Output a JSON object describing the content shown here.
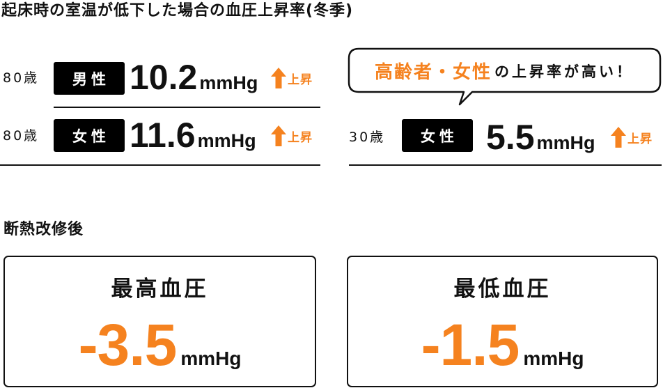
{
  "title": "起床時の室温が低下した場合の血圧上昇率(冬季)",
  "colors": {
    "accent": "#F5821F",
    "text": "#111111",
    "badge_bg": "#000000"
  },
  "rows_left": [
    {
      "age": "80歳",
      "gender": "男性",
      "value": "10.2",
      "unit": "mmHg",
      "trend_icon": "arrow-up-icon",
      "trend_label": "上昇"
    },
    {
      "age": "80歳",
      "gender": "女性",
      "value": "11.6",
      "unit": "mmHg",
      "trend_icon": "arrow-up-icon",
      "trend_label": "上昇"
    }
  ],
  "callout": {
    "highlight": "高齢者・女性",
    "rest": "の上昇率が高い！"
  },
  "rows_right": [
    {
      "age": "30歳",
      "gender": "女性",
      "value": "5.5",
      "unit": "mmHg",
      "trend_icon": "arrow-up-icon",
      "trend_label": "上昇"
    }
  ],
  "after": {
    "section_title": "断熱改修後",
    "boxes": [
      {
        "label": "最高血圧",
        "value": "-3.5",
        "unit": "mmHg"
      },
      {
        "label": "最低血圧",
        "value": "-1.5",
        "unit": "mmHg"
      }
    ]
  }
}
